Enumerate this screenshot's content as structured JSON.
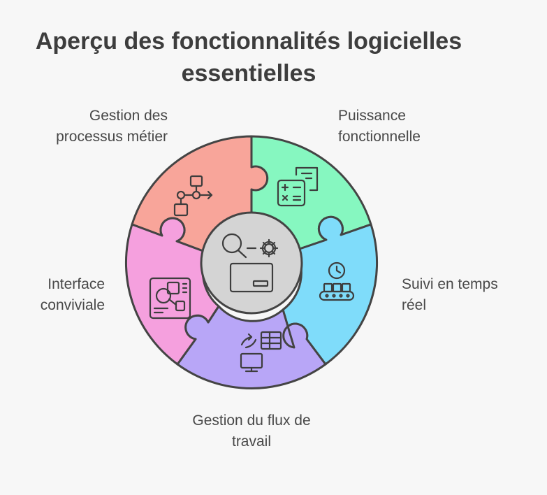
{
  "title": {
    "line1": "Aperçu des fonctionnalités logicielles",
    "line2": "essentielles"
  },
  "segments": {
    "bpm": {
      "line1": "Gestion des",
      "line2": "processus métier",
      "color": "#f8a59a"
    },
    "power": {
      "line1": "Puissance",
      "line2": "fonctionnelle",
      "color": "#86f7c0"
    },
    "realtime": {
      "line1": "Suivi en temps",
      "line2": "réel",
      "color": "#7fdcfa"
    },
    "workflow": {
      "line1": "Gestion du flux de",
      "line2": "travail",
      "color": "#b8a6f7"
    },
    "ui": {
      "line1": "Interface",
      "line2": "conviviale",
      "color": "#f5a0de"
    }
  },
  "center": {
    "color": "#d4d4d4",
    "icon": "search-gear-box-icon"
  },
  "icons": {
    "bpm": "flowchart-icon",
    "power": "calculator-document-icon",
    "realtime": "clock-conveyor-icon",
    "workflow": "table-monitor-sync-icon",
    "ui": "dashboard-window-icon"
  }
}
